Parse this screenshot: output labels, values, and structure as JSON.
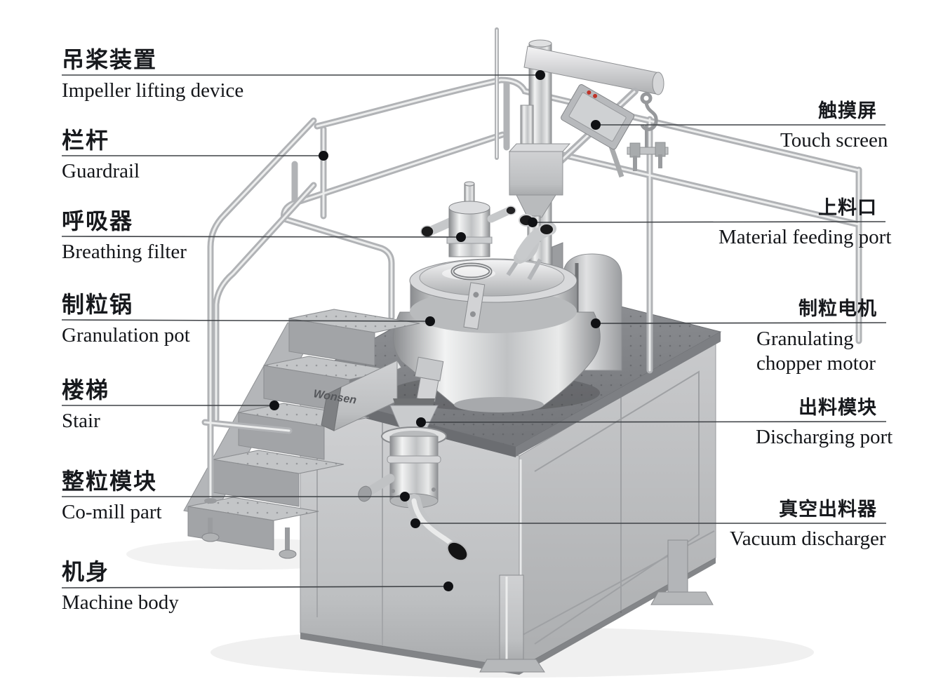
{
  "diagram": {
    "title_note": "",
    "brand_logo": "Wonsen",
    "labels": {
      "impeller_lifting_device": {
        "zh": "吊桨装置",
        "en": "Impeller lifting device"
      },
      "guardrail": {
        "zh": "栏杆",
        "en": "Guardrail"
      },
      "breathing_filter": {
        "zh": "呼吸器",
        "en": "Breathing filter"
      },
      "granulation_pot": {
        "zh": "制粒锅",
        "en": "Granulation pot"
      },
      "stair": {
        "zh": "楼梯",
        "en": "Stair"
      },
      "co_mill_part": {
        "zh": "整粒模块",
        "en": "Co-mill part"
      },
      "machine_body": {
        "zh": "机身",
        "en": "Machine body"
      },
      "touch_screen": {
        "zh": "触摸屏",
        "en": "Touch screen"
      },
      "material_feeding_port": {
        "zh": "上料口",
        "en": "Material feeding port"
      },
      "granulating_chopper_motor": {
        "zh": "制粒电机",
        "en": "Granulating chopper motor"
      },
      "discharging_port": {
        "zh": "出料模块",
        "en": "Discharging port"
      },
      "vacuum_discharger": {
        "zh": "真空出料器",
        "en": "Vacuum discharger"
      }
    },
    "colors": {
      "label_text": "#17191d",
      "leader_line": "#3f4246",
      "anchor_dot": "#101114",
      "steel_light": "#e9eaeb",
      "steel_dark": "#8d8f92",
      "alert_red": "#c03328"
    }
  }
}
